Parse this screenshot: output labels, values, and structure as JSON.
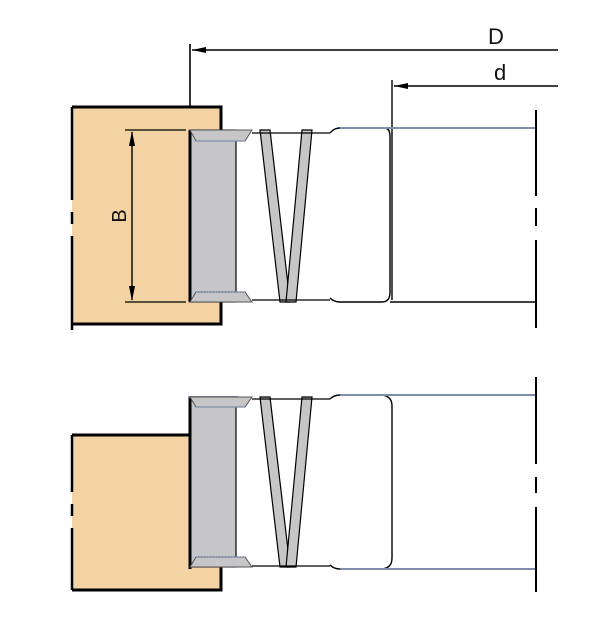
{
  "diagram": {
    "type": "technical-drawing",
    "subject": "shaper cutter assembly on workpiece (two configurations)",
    "colors": {
      "workpiece": "#f3d3a3",
      "steel": "#c6c6c8",
      "line": "#000000",
      "profile_line": "#7f8cab"
    },
    "dimensions": {
      "outer_diameter_label": "D",
      "bore_diameter_label": "d",
      "cut_height_label": "B"
    },
    "views": [
      {
        "name": "upper-view",
        "description": "cutter fully engaged with workpiece, height B"
      },
      {
        "name": "lower-view",
        "description": "cutter partially engaged with workpiece"
      }
    ]
  }
}
